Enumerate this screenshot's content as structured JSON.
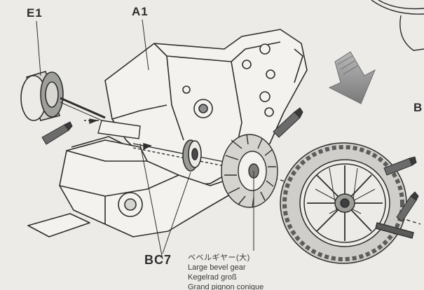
{
  "part_labels": {
    "motor": "E1",
    "gearbox": "A1",
    "bearing": "BC7",
    "right_edge": "B"
  },
  "caption": {
    "japanese": "ベベルギヤー(大)",
    "english": "Large bevel gear",
    "german": "Kegelrad groß",
    "french": "Grand pignon conique"
  },
  "colors": {
    "paper": "#ecebe7",
    "ink": "#2e2e2e",
    "grease_tube": "#6b6b6b",
    "arrow_fill": "#8a8a8a"
  }
}
